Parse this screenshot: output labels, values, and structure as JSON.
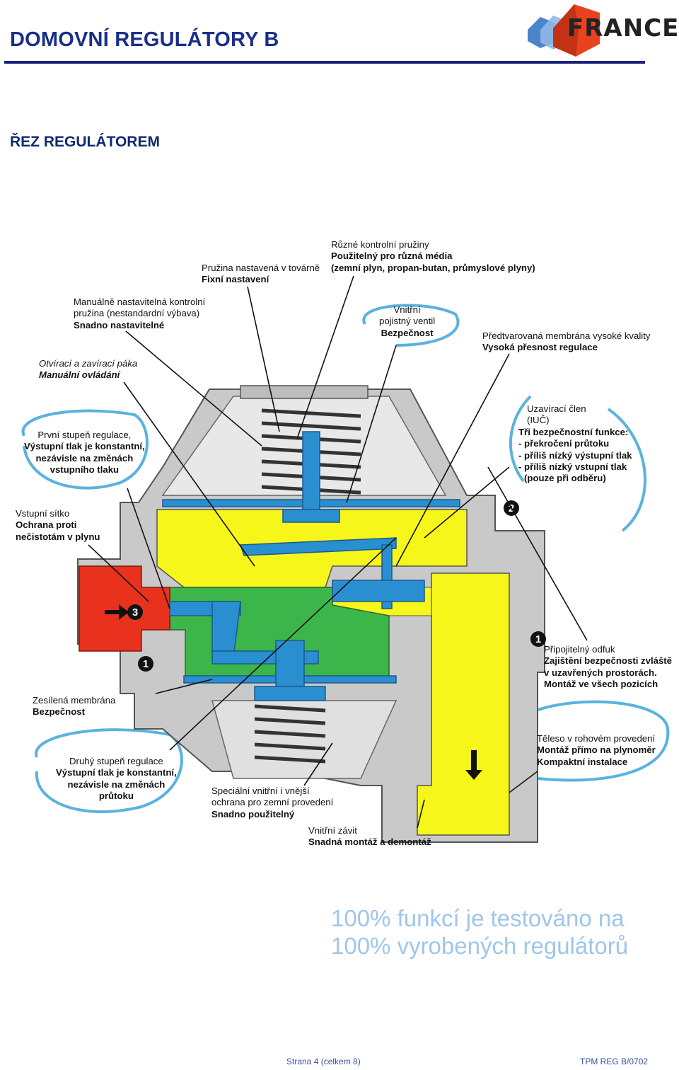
{
  "header": {
    "title": "DOMOVNÍ REGULÁTORY  B",
    "logo_text": "FRANCEL"
  },
  "section_title": "ŘEZ REGULÁTOREM",
  "labels": {
    "springs": [
      "Různé kontrolní pružiny",
      "Použitelný pro různá média",
      "(zemní plyn, propan-butan, průmyslové plyny)"
    ],
    "factory_spring": [
      "Pružina nastavená v továrně",
      "Fixní nastavení"
    ],
    "manual_spring": [
      "Manuálně nastavitelná kontrolní",
      "pružina (nestandardní výbava)",
      "Snadno nastavitelné"
    ],
    "safety_valve": [
      "Vnitřní",
      "pojistný ventil",
      "Bezpečnost"
    ],
    "membrane_hq": [
      "Předtvarovaná membrána vysoké kvality",
      "Vysoká přesnost regulace"
    ],
    "lever": [
      "Otvírací a zavírací páka",
      "Manuální ovládání"
    ],
    "shutoff": [
      "Uzavírací člen",
      "(IUČ)",
      "Tři bezpečnostní funkce:",
      "- překročení průtoku",
      "- příliš nízký výstupní tlak",
      "- příliš nízký vstupní tlak",
      "(pouze při odběru)"
    ],
    "first_stage": [
      "První stupeň regulace,",
      "Výstupní tlak je konstantní,",
      "nezávisle na změnách",
      "vstupního tlaku"
    ],
    "inlet_screen": [
      "Vstupní sítko",
      "Ochrana proti",
      "nečistotám v plynu"
    ],
    "outlet": [
      "Připojitelný odfuk",
      "Zajištění bezpečnosti zvláště",
      "v uzavřených prostorách.",
      "Montáž ve všech pozicích"
    ],
    "reinforced_membrane": [
      "Zesílená membrána",
      "Bezpečnost"
    ],
    "body": [
      "Těleso v rohovém provedení",
      "Montáž přímo na plynoměr",
      "Kompaktní instalace"
    ],
    "second_stage": [
      "Druhý stupeň regulace",
      "Výstupní tlak je konstantní,",
      "nezávisle na změnách",
      "průtoku"
    ],
    "protection": [
      "Speciální vnitřní i vnější",
      "ochrana pro zemní provedení",
      "Snadno použitelný"
    ],
    "thread": [
      "Vnitřní závit",
      "Snadná montáž a demontáž"
    ]
  },
  "markers": [
    "1",
    "2",
    "3"
  ],
  "tagline": [
    "100% funkcí je testováno na",
    "100% vyrobených regulátorů"
  ],
  "footer": {
    "page": "Strana 4 (celkem 8)",
    "code": "TPM REG B/0702"
  },
  "colors": {
    "title_blue": "#1a2f8a",
    "rule": "#1a2080",
    "yellow": "#f7f61a",
    "green": "#3cb64a",
    "red": "#e8321e",
    "blue_part": "#2a8fd0",
    "grey_body": "#c9c9c9",
    "halo": "#5ab2df",
    "tagline": "#9ec6ec",
    "logo_red": "#e8421f"
  }
}
